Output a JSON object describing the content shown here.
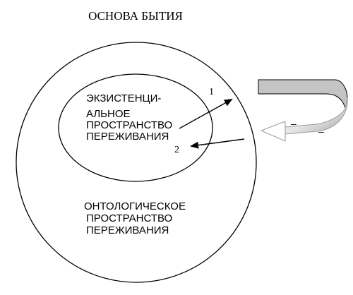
{
  "title": "ОСНОВА БЫТИЯ",
  "inner_region": {
    "lines": [
      "ЭКЗИСТЕНЦИ-",
      "АЛЬНОЕ",
      "ПРОСТРАНСТВО",
      "ПЕРЕЖИВАНИЯ"
    ]
  },
  "outer_region": {
    "lines": [
      "ОНТОЛОГИЧЕСКОЕ",
      "ПРОСТРАНСТВО",
      "ПЕРЕЖИВАНИЯ"
    ]
  },
  "arrow_labels": {
    "outward": "1",
    "inward": "2"
  },
  "rotation_symbols": [
    "–",
    "–"
  ],
  "colors": {
    "stroke": "#000000",
    "band_fill": "#c8c8c8",
    "band_tail": "#ffffff"
  }
}
